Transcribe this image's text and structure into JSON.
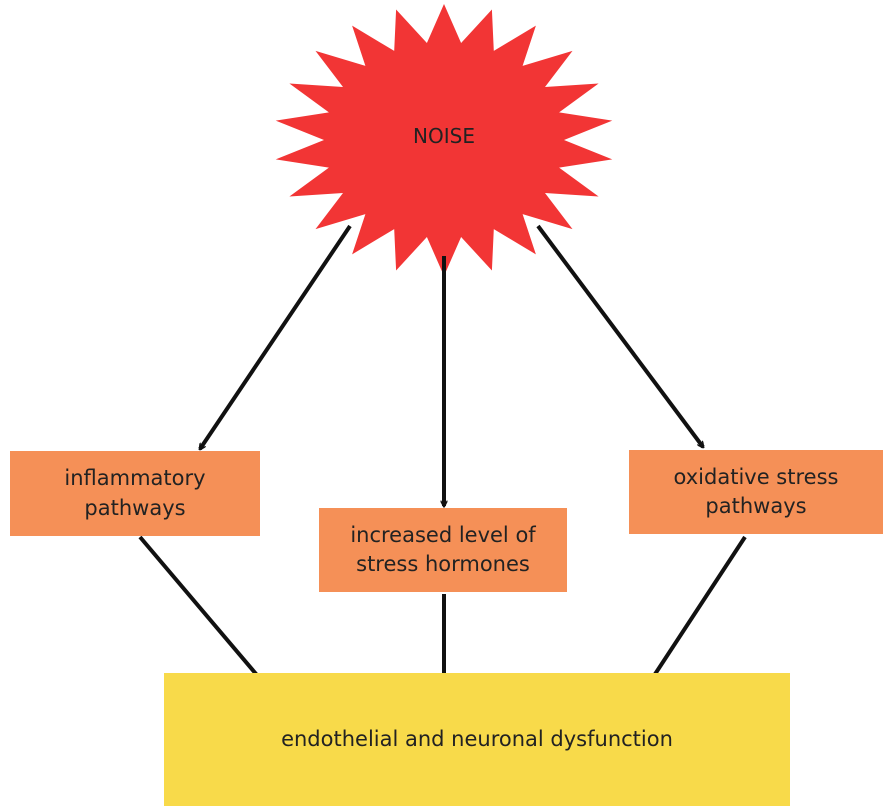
{
  "nodes": {
    "noise": "NOISE",
    "inflammatory": "inflammatory pathways",
    "hormones": "increased level of stress hormones",
    "oxidative": "oxidative stress pathways",
    "dysfunction": "endothelial and neuronal dysfunction"
  },
  "colors": {
    "burst": "#f23535",
    "process_box": "#f59057",
    "outcome_box": "#f8da4a",
    "arrow": "#111111"
  }
}
